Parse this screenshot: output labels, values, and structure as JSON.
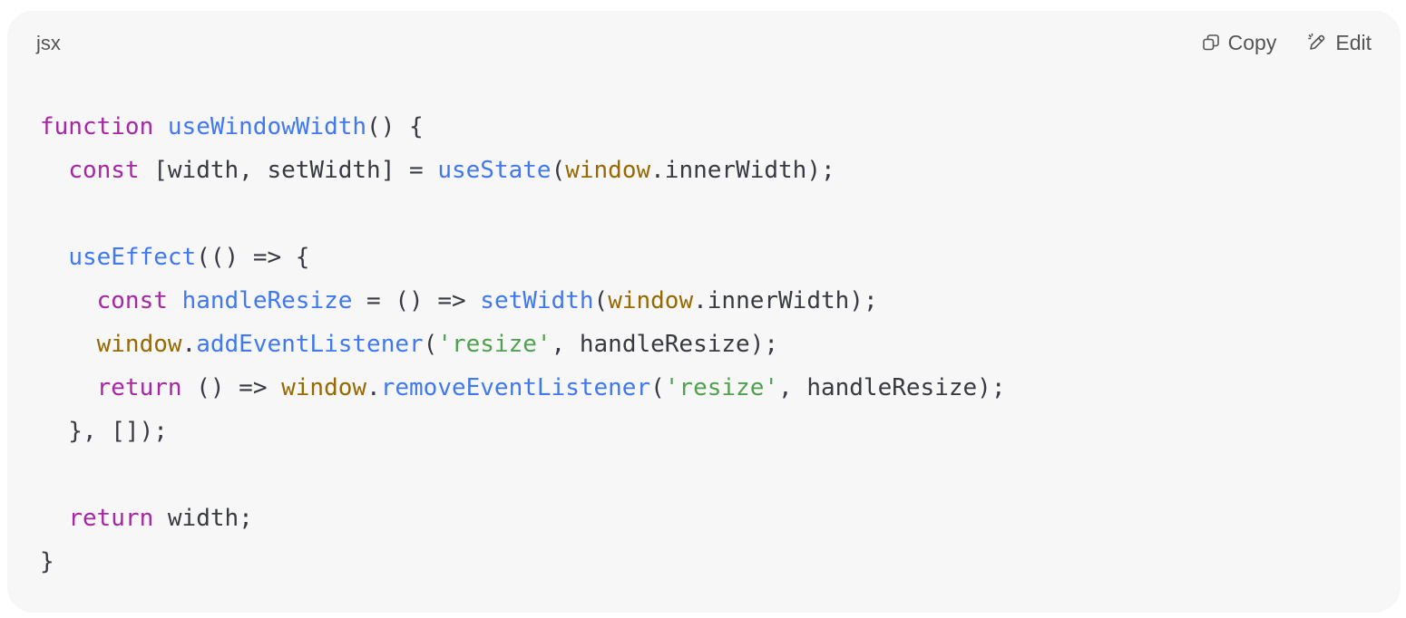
{
  "code_block": {
    "language": "jsx",
    "actions": {
      "copy_label": "Copy",
      "edit_label": "Edit",
      "copy_icon": "copy-icon",
      "edit_icon": "pencil-icon"
    },
    "colors": {
      "background": "#f7f7f7",
      "keyword": "#a626a4",
      "function": "#4078f2",
      "global": "#986801",
      "string": "#50a14f",
      "plain": "#383a42"
    },
    "lines": [
      [
        {
          "t": "kw",
          "v": "function"
        },
        {
          "t": "pl",
          "v": " "
        },
        {
          "t": "fn",
          "v": "useWindowWidth"
        },
        {
          "t": "pl",
          "v": "() {"
        }
      ],
      [
        {
          "t": "pl",
          "v": "  "
        },
        {
          "t": "kw",
          "v": "const"
        },
        {
          "t": "pl",
          "v": " [width, setWidth] = "
        },
        {
          "t": "fn",
          "v": "useState"
        },
        {
          "t": "pl",
          "v": "("
        },
        {
          "t": "gl",
          "v": "window"
        },
        {
          "t": "pl",
          "v": ".innerWidth);"
        }
      ],
      [],
      [
        {
          "t": "pl",
          "v": "  "
        },
        {
          "t": "fn",
          "v": "useEffect"
        },
        {
          "t": "pl",
          "v": "(() => {"
        }
      ],
      [
        {
          "t": "pl",
          "v": "    "
        },
        {
          "t": "kw",
          "v": "const"
        },
        {
          "t": "pl",
          "v": " "
        },
        {
          "t": "fn",
          "v": "handleResize"
        },
        {
          "t": "pl",
          "v": " = () => "
        },
        {
          "t": "fn",
          "v": "setWidth"
        },
        {
          "t": "pl",
          "v": "("
        },
        {
          "t": "gl",
          "v": "window"
        },
        {
          "t": "pl",
          "v": ".innerWidth);"
        }
      ],
      [
        {
          "t": "pl",
          "v": "    "
        },
        {
          "t": "gl",
          "v": "window"
        },
        {
          "t": "pl",
          "v": "."
        },
        {
          "t": "fn",
          "v": "addEventListener"
        },
        {
          "t": "pl",
          "v": "("
        },
        {
          "t": "str",
          "v": "'resize'"
        },
        {
          "t": "pl",
          "v": ", handleResize);"
        }
      ],
      [
        {
          "t": "pl",
          "v": "    "
        },
        {
          "t": "kw",
          "v": "return"
        },
        {
          "t": "pl",
          "v": " () => "
        },
        {
          "t": "gl",
          "v": "window"
        },
        {
          "t": "pl",
          "v": "."
        },
        {
          "t": "fn",
          "v": "removeEventListener"
        },
        {
          "t": "pl",
          "v": "("
        },
        {
          "t": "str",
          "v": "'resize'"
        },
        {
          "t": "pl",
          "v": ", handleResize);"
        }
      ],
      [
        {
          "t": "pl",
          "v": "  }, []);"
        }
      ],
      [],
      [
        {
          "t": "pl",
          "v": "  "
        },
        {
          "t": "kw",
          "v": "return"
        },
        {
          "t": "pl",
          "v": " width;"
        }
      ],
      [
        {
          "t": "pl",
          "v": "}"
        }
      ]
    ]
  }
}
